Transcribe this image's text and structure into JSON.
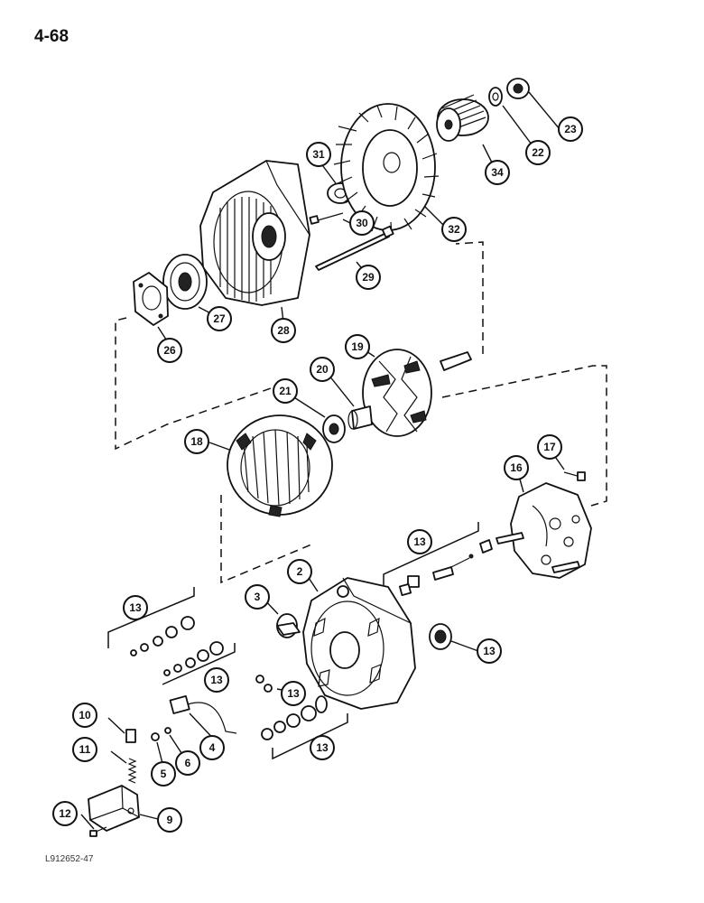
{
  "page_number": "4-68",
  "figure_code": "L912652-47",
  "callouts": [
    {
      "id": "c23",
      "label": "23"
    },
    {
      "id": "c22",
      "label": "22"
    },
    {
      "id": "c34",
      "label": "34"
    },
    {
      "id": "c31",
      "label": "31"
    },
    {
      "id": "c32",
      "label": "32"
    },
    {
      "id": "c30",
      "label": "30"
    },
    {
      "id": "c29",
      "label": "29"
    },
    {
      "id": "c26",
      "label": "26"
    },
    {
      "id": "c27",
      "label": "27"
    },
    {
      "id": "c28",
      "label": "28"
    },
    {
      "id": "c19",
      "label": "19"
    },
    {
      "id": "c20",
      "label": "20"
    },
    {
      "id": "c21",
      "label": "21"
    },
    {
      "id": "c18",
      "label": "18"
    },
    {
      "id": "c17",
      "label": "17"
    },
    {
      "id": "c16",
      "label": "16"
    },
    {
      "id": "c13a",
      "label": "13"
    },
    {
      "id": "c2",
      "label": "2"
    },
    {
      "id": "c3",
      "label": "3"
    },
    {
      "id": "c13b",
      "label": "13"
    },
    {
      "id": "c13c",
      "label": "13"
    },
    {
      "id": "c13d",
      "label": "13"
    },
    {
      "id": "c13e",
      "label": "13"
    },
    {
      "id": "c13f",
      "label": "13"
    },
    {
      "id": "c10",
      "label": "10"
    },
    {
      "id": "c11",
      "label": "11"
    },
    {
      "id": "c5",
      "label": "5"
    },
    {
      "id": "c6",
      "label": "6"
    },
    {
      "id": "c4",
      "label": "4"
    },
    {
      "id": "c12",
      "label": "12"
    },
    {
      "id": "c9",
      "label": "9"
    }
  ]
}
